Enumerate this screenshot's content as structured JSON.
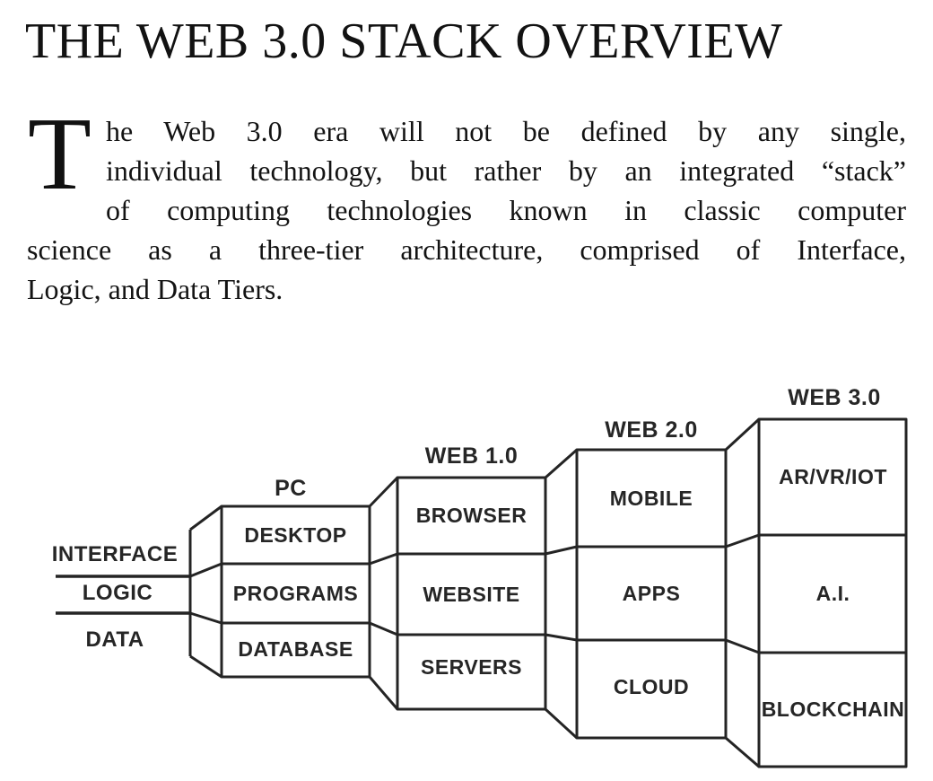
{
  "page": {
    "title": "THE WEB 3.0 STACK OVERVIEW"
  },
  "intro": {
    "dropcap": "T",
    "lines": [
      "he Web 3.0 era will not be defined by any single,",
      "individual technology, but rather by an integrated “stack”",
      "of computing technologies known in classic computer",
      "science as a three-tier architecture, comprised of Interface,",
      "Logic, and Data Tiers."
    ]
  },
  "diagram": {
    "tiers": [
      "INTERFACE",
      "LOGIC",
      "DATA"
    ],
    "columns": [
      {
        "label": "PC",
        "cells": [
          "DESKTOP",
          "PROGRAMS",
          "DATABASE"
        ]
      },
      {
        "label": "WEB 1.0",
        "cells": [
          "BROWSER",
          "WEBSITE",
          "SERVERS"
        ]
      },
      {
        "label": "WEB 2.0",
        "cells": [
          "MOBILE",
          "APPS",
          "CLOUD"
        ]
      },
      {
        "label": "WEB 3.0",
        "cells": [
          "AR/VR/IOT",
          "A.I.",
          "BLOCKCHAIN"
        ]
      }
    ],
    "colors": {
      "line": "#242424",
      "text": "#262626",
      "background": "#ffffff"
    }
  }
}
